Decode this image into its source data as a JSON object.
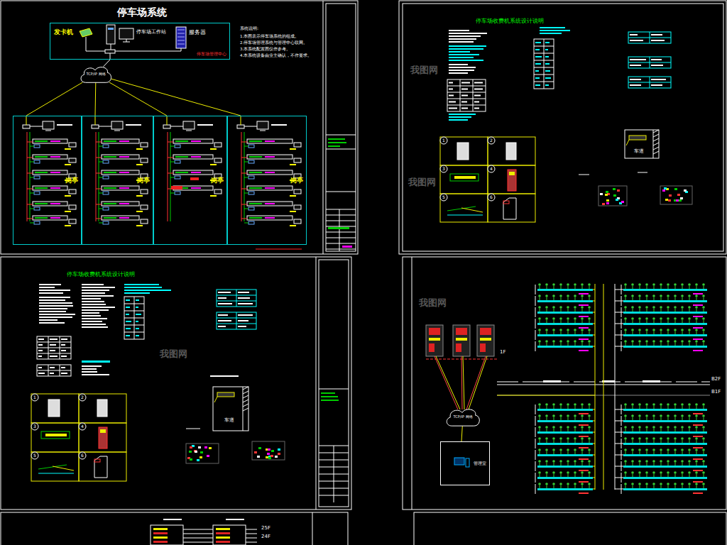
{
  "diagram": {
    "title": "停车场系统",
    "nodes": [
      {
        "text": [
          "停车场管理中心"
        ]
      },
      {
        "text": [
          "TCP/IP 网络"
        ]
      },
      {
        "text": [
          "岗亭"
        ]
      },
      {
        "text": [
          "岗亭"
        ]
      },
      {
        "text": [
          "岗亭"
        ]
      },
      {
        "text": [
          "岗亭"
        ]
      },
      {
        "text": [
          "TCP/IP 网络"
        ]
      },
      {
        "text": [
          "管理室"
        ]
      }
    ],
    "edges": [
      {
        "from": 1,
        "to": 0,
        "arrow": "none"
      },
      {
        "from": 1,
        "to": 2,
        "arrow": "none"
      },
      {
        "from": 1,
        "to": 3,
        "arrow": "none"
      },
      {
        "from": 1,
        "to": 4,
        "arrow": "none"
      },
      {
        "from": 1,
        "to": 5,
        "arrow": "none"
      },
      {
        "from": 6,
        "to": 7,
        "arrow": "none"
      }
    ],
    "labels": [
      "发卡机",
      "停车场工作站",
      "服务器",
      "系统说明:",
      "1.本图表示停车场系统的组成。",
      "2.停车场管理系统与管理中心联网。",
      "3.本系统配置图仅作参考。",
      "4.本系统设备由业主确认，不作要求。",
      "停车场收费机系统设计说明",
      "停车场收费机系统设计说明",
      "车道",
      "车道",
      "1",
      "2",
      "3",
      "4",
      "5",
      "6",
      "1",
      "2",
      "3",
      "4",
      "5",
      "6",
      "1F",
      "B2F",
      "B1F",
      "25F",
      "24F",
      "我图网",
      "我图网",
      "我图网",
      "我图网"
    ]
  }
}
